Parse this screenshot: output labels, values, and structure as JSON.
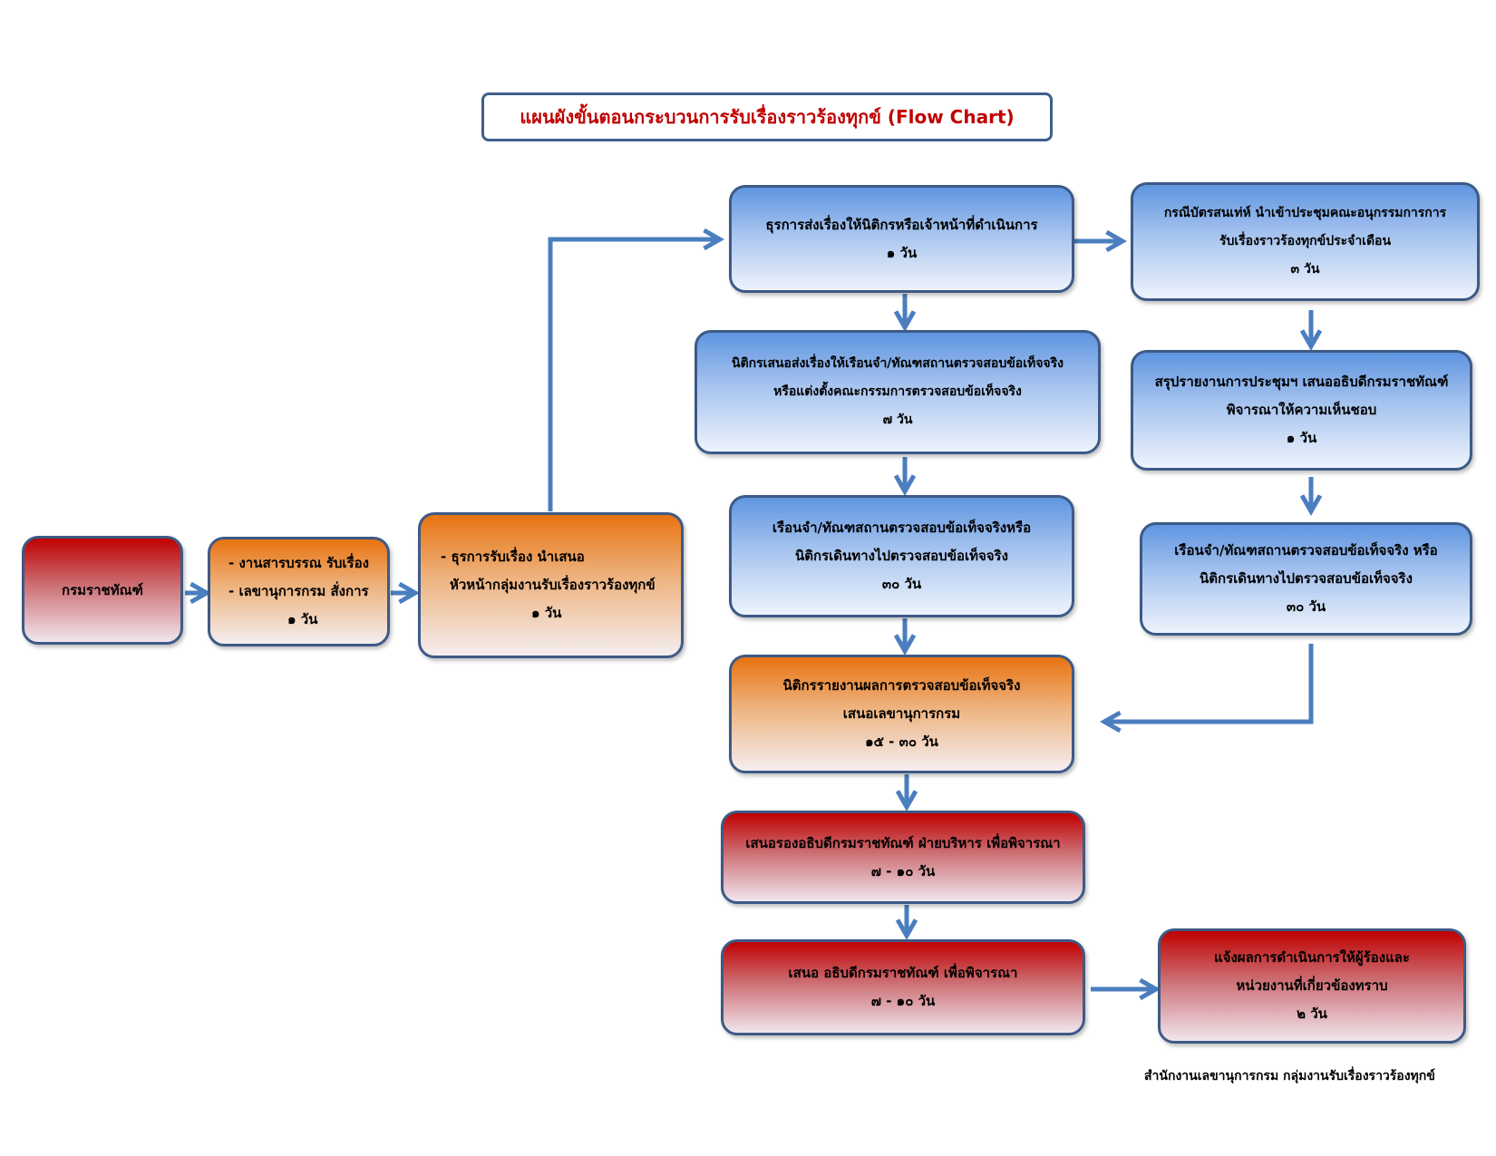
{
  "title": "แผนผังขั้นตอนกระบวนการรับเรื่องราวร้องทุกข์ (Flow Chart)",
  "footer": "สำนักงานเลขานุการกรม  กลุ่มงานรับเรื่องราวร้องทุกข์",
  "colors": {
    "blue": "#5f95e0",
    "orange": "#e87311",
    "red": "#c00000",
    "arrow": "#4a7ebf",
    "border": "#3d5a86"
  },
  "boxes": {
    "department": {
      "lines": [
        "กรมราชทัณฑ์"
      ]
    },
    "receive": {
      "lines": [
        "- งานสารบรรณ รับเรื่อง",
        "- เลขานุการกรม สั่งการ",
        "๑  วัน"
      ]
    },
    "clerk_present": {
      "lines": [
        "- ธุรการรับเรื่อง นำเสนอ",
        "  หัวหน้ากลุ่มงานรับเรื่องราวร้องทุกข์",
        "๑  วัน"
      ]
    },
    "clerk_send": {
      "lines": [
        "ธุรการส่งเรื่องให้นิติกรหรือเจ้าหน้าที่ดำเนินการ",
        "๑ วัน"
      ]
    },
    "legal_send": {
      "lines": [
        "นิติกรเสนอส่งเรื่องให้เรือนจำ/ทัณฑสถานตรวจสอบข้อเท็จจริง",
        "หรือแต่งตั้งคณะกรรมการตรวจสอบข้อเท็จจริง",
        "๗ วัน"
      ]
    },
    "prison_check_left": {
      "lines": [
        "เรือนจำ/ทัณฑสถานตรวจสอบข้อเท็จจริงหรือ",
        "นิติกรเดินทางไปตรวจสอบข้อเท็จจริง",
        "๓๐ วัน"
      ]
    },
    "legal_report": {
      "lines": [
        "นิติกรรายงานผลการตรวจสอบข้อเท็จจริง",
        "เสนอเลขานุการกรม",
        "๑๕ - ๓๐ วัน"
      ]
    },
    "deputy": {
      "lines": [
        "เสนอรองอธิบดีกรมราชทัณฑ์ ฝ่ายบริหาร เพื่อพิจารณา",
        "๗ - ๑๐ วัน"
      ]
    },
    "director": {
      "lines": [
        "เสนอ อธิบดีกรมราชทัณฑ์ เพื่อพิจารณา",
        "๗ - ๑๐ วัน"
      ]
    },
    "notify": {
      "lines": [
        "แจ้งผลการดำเนินการให้ผู้ร้องและ",
        "หน่วยงานที่เกี่ยวข้องทราบ",
        "๒ วัน"
      ]
    },
    "anonymous": {
      "lines": [
        "กรณีบัตรสนเท่ห์ นำเข้าประชุมคณะอนุกรรมการการ",
        "รับเรื่องราวร้องทุกข์ประจำเดือน",
        "๓ วัน"
      ]
    },
    "summary": {
      "lines": [
        "สรุปรายงานการประชุมฯ เสนออธิบดีกรมราชทัณฑ์",
        "พิจารณาให้ความเห็นชอบ",
        "๑ วัน"
      ]
    },
    "prison_check_right": {
      "lines": [
        "เรือนจำ/ทัณฑสถานตรวจสอบข้อเท็จจริง หรือ",
        "นิติกรเดินทางไปตรวจสอบข้อเท็จจริง",
        "๓๐ วัน"
      ]
    }
  }
}
